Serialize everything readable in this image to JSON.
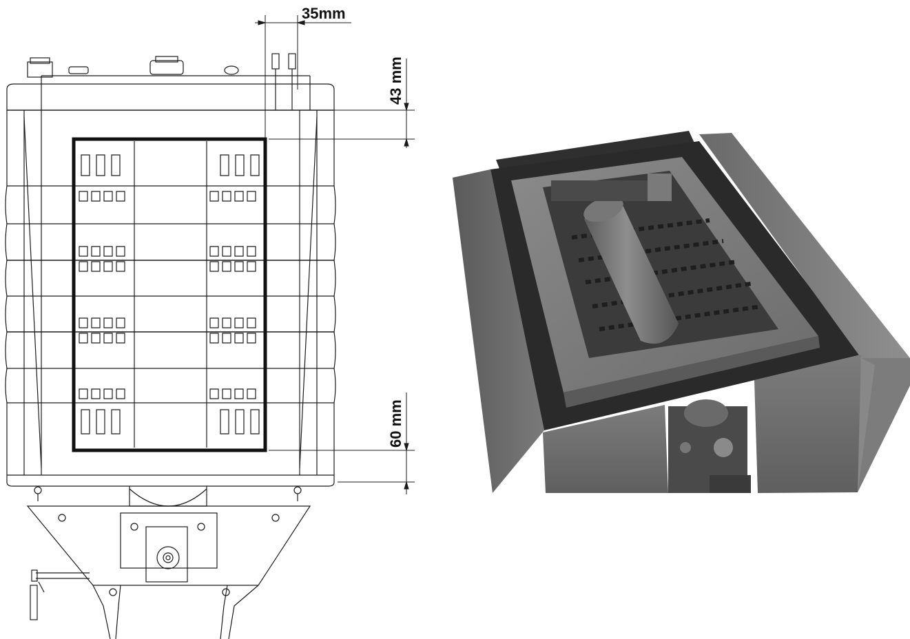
{
  "dimensions": {
    "top_gap_label": "35mm",
    "top_depth_label": "43 mm",
    "bottom_depth_label": "60 mm"
  },
  "colors": {
    "line": "#1a1a1a",
    "frame": "#111111",
    "render_dark": "#3a3a3a",
    "render_mid": "#6e6e6e",
    "render_light": "#9a9a9a"
  }
}
